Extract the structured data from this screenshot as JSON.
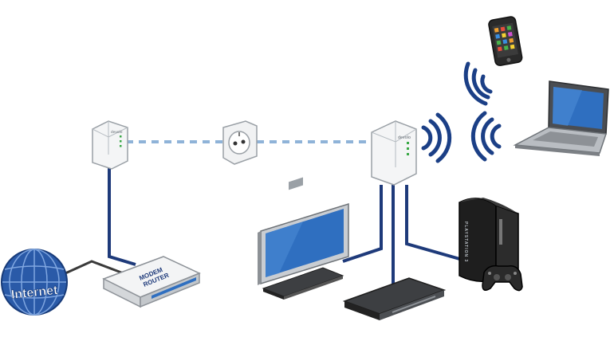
{
  "labels": {
    "internet": "Internet",
    "modem_line1": "MODEM",
    "modem_line2": "ROUTER",
    "console_brand": "PLAYSTATION 3",
    "adapter_brand": "devolo"
  },
  "colors": {
    "cable_blue": "#1e3a7a",
    "cable_dark": "#3a3a3a",
    "powerline_dashed": "#8fb3d8",
    "screen_blue": "#2f6fc0",
    "globe_blue": "#2a5aa8",
    "device_gray": "#c9cdd2",
    "console_black": "#1e1e1e",
    "wifi_blue": "#1b3f86",
    "led_green": "#39a845"
  },
  "icons": {
    "globe": "globe-icon",
    "outlet": "power-outlet-icon",
    "wifi": "wifi-waves-icon",
    "phone": "smartphone-icon",
    "laptop": "laptop-icon",
    "tv": "tv-icon",
    "set_top_box": "set-top-box-icon",
    "console": "game-console-icon",
    "gamepad": "gamepad-icon",
    "router": "router-icon",
    "adapter": "powerline-adapter-icon"
  }
}
